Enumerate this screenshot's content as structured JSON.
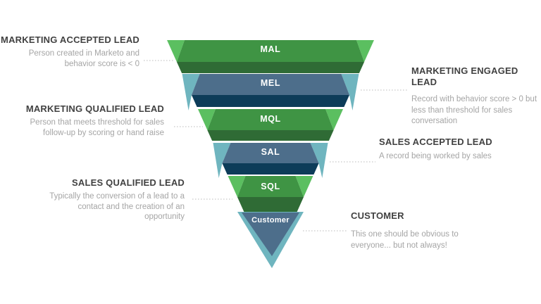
{
  "page": {
    "background": "#ffffff"
  },
  "funnel": {
    "stages": [
      {
        "label": "MAL",
        "scheme": "green"
      },
      {
        "label": "MEL",
        "scheme": "slate"
      },
      {
        "label": "MQL",
        "scheme": "green"
      },
      {
        "label": "SAL",
        "scheme": "slate"
      },
      {
        "label": "SQL",
        "scheme": "green"
      },
      {
        "label": "Customer",
        "scheme": "slate"
      }
    ],
    "palette": {
      "green_face": "#3f9444",
      "green_light": "#5bbf60",
      "green_dark": "#2f6b35",
      "slate_face": "#4d6e8b",
      "teal_light": "#6fb5bf",
      "navy_dark": "#0d3c59",
      "label_text": "#ffffff",
      "dotted_line": "#cbcbcb"
    }
  },
  "annotations": {
    "mal": {
      "title": "MARKETING ACCEPTED LEAD",
      "lines": [
        "Person created in Marketo and",
        "behavior score is < 0"
      ]
    },
    "mel": {
      "title": "MARKETING ENGAGED LEAD",
      "lines": [
        "Record with behavior score > 0 but",
        "less than threshold for sales",
        "conversation"
      ]
    },
    "mql": {
      "title": "MARKETING QUALIFIED LEAD",
      "lines": [
        "Person that meets threshold for sales",
        "follow-up by scoring or hand raise"
      ]
    },
    "sal": {
      "title": "SALES ACCEPTED LEAD",
      "lines": [
        "A record being worked by sales"
      ]
    },
    "sql": {
      "title": "SALES QUALIFIED LEAD",
      "lines": [
        "Typically the conversion of a lead to a",
        "contact and the creation of an",
        "opportunity"
      ]
    },
    "customer": {
      "title": "CUSTOMER",
      "lines": [
        "This one should be obvious to",
        "everyone... but not always!"
      ]
    }
  },
  "text_colors": {
    "heading": "#414141",
    "description": "#a5a5a5"
  }
}
